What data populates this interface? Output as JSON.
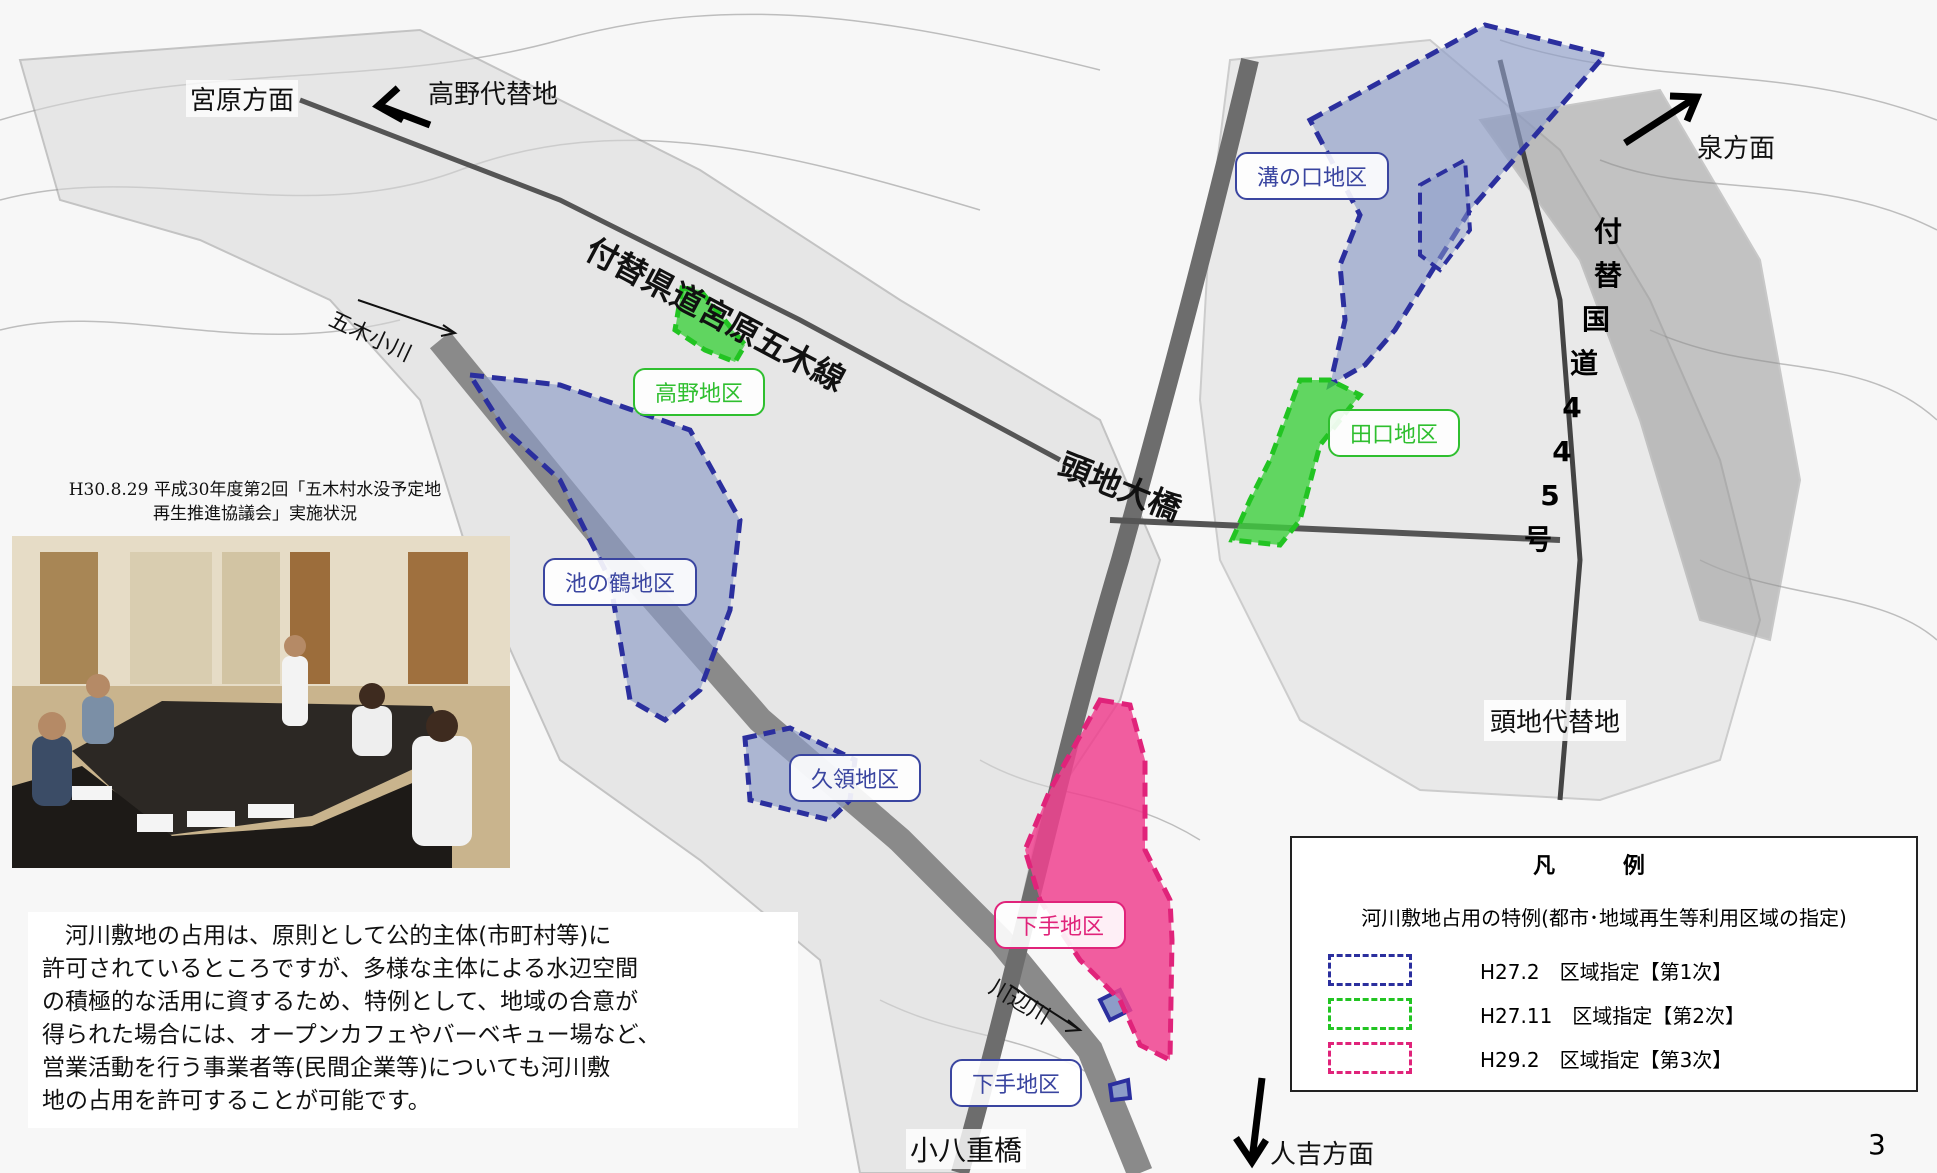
{
  "map": {
    "labels": {
      "miyahara": "宮原方面",
      "takano_relocation": "高野代替地",
      "prefectural_road": "付替県道宮原五木線",
      "goki_ogawa": "五木小川",
      "kashira_bridge": "頭地大橋",
      "izumi": "泉方面",
      "national_road": [
        "付",
        "替",
        "国",
        "道",
        "4",
        "4",
        "5",
        "号"
      ],
      "kashira_relocation": "頭地代替地",
      "kawabe_river": "川辺川",
      "kobae_bridge": "小八重橋",
      "hitoyoshi": "人吉方面"
    },
    "districts": {
      "mizonokuchi": "溝の口地区",
      "takano": "高野地区",
      "taguchi": "田口地区",
      "ikenotsuru": "池の鶴地区",
      "kuryo": "久領地区",
      "shimote_upper": "下手地区",
      "shimote_lower": "下手地区"
    },
    "colors": {
      "phase1": "#2b2f9e",
      "phase2": "#22c422",
      "phase3": "#e0237a",
      "phase1_fill": "#8d9dc8",
      "phase2_fill": "#3fd13f",
      "phase3_fill": "#f0428f"
    }
  },
  "photo": {
    "caption_line1": "H30.8.29 平成30年度第2回「五木村水没予定地",
    "caption_line2": "再生推進協議会」実施状況"
  },
  "body": {
    "lines": [
      "　河川敷地の占用は、原則として公的主体(市町村等)に",
      "許可されているところですが、多様な主体による水辺空間",
      "の積極的な活用に資するため、特例として、地域の合意が",
      "得られた場合には、オープンカフェやバーベキュー場など、",
      "営業活動を行う事業者等(民間企業等)についても河川敷",
      "地の占用を許可することが可能です。"
    ]
  },
  "legend": {
    "title": "凡 例",
    "subtitle": "河川敷地占用の特例(都市･地域再生等利用区域の指定)",
    "items": [
      {
        "label": "H27.2　区域指定【第1次】",
        "color": "#2b2f9e"
      },
      {
        "label": "H27.11　区域指定【第2次】",
        "color": "#22c422"
      },
      {
        "label": "H29.2　区域指定【第3次】",
        "color": "#e0237a"
      }
    ]
  },
  "page_number": "3"
}
